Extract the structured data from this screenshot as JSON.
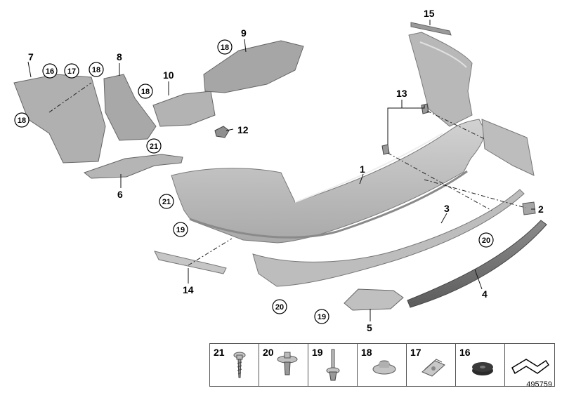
{
  "diagram": {
    "id_label": "495759",
    "callouts": [
      "1",
      "2",
      "3",
      "4",
      "5",
      "6",
      "7",
      "8",
      "9",
      "10",
      "12",
      "13",
      "14",
      "15"
    ],
    "circled_refs": {
      "c16": "16",
      "c17": "17",
      "c18a": "18",
      "c18b": "18",
      "c18c": "18",
      "c18d": "18",
      "c18e": "18",
      "c19a": "19",
      "c19b": "19",
      "c20a": "20",
      "c20b": "20",
      "c21a": "21",
      "c21b": "21"
    },
    "legend": [
      {
        "num": "21",
        "icon": "screw-icon"
      },
      {
        "num": "20",
        "icon": "expanding-rivet-icon"
      },
      {
        "num": "19",
        "icon": "push-pin-icon"
      },
      {
        "num": "18",
        "icon": "nut-icon"
      },
      {
        "num": "17",
        "icon": "clip-nut-icon"
      },
      {
        "num": "16",
        "icon": "rubber-washer-icon"
      },
      {
        "num": "",
        "icon": "symbol-arrow-icon"
      }
    ]
  }
}
